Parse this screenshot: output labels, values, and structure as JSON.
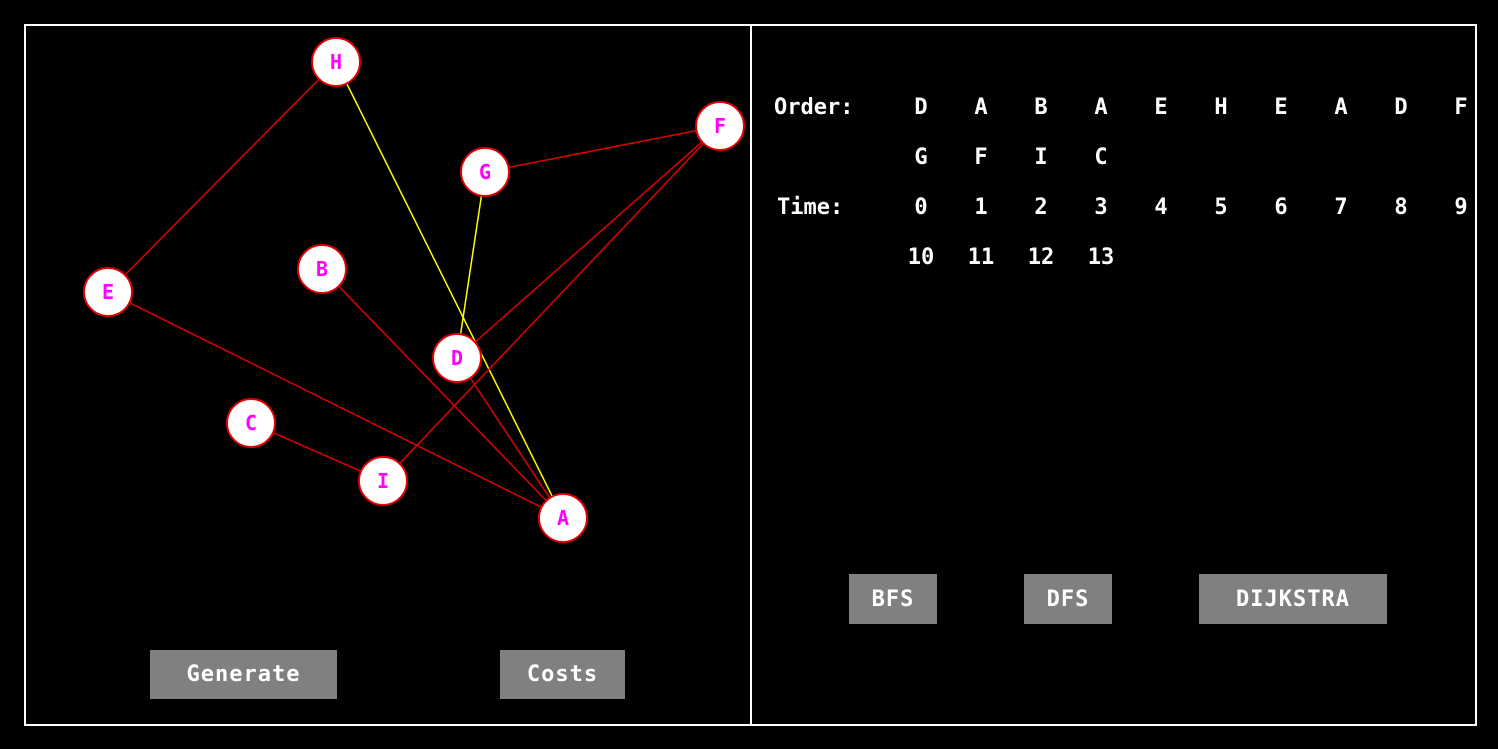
{
  "graph": {
    "nodes": [
      {
        "id": "H",
        "label": "H"
      },
      {
        "id": "F",
        "label": "F"
      },
      {
        "id": "G",
        "label": "G"
      },
      {
        "id": "B",
        "label": "B"
      },
      {
        "id": "E",
        "label": "E"
      },
      {
        "id": "D",
        "label": "D"
      },
      {
        "id": "C",
        "label": "C"
      },
      {
        "id": "I",
        "label": "I"
      },
      {
        "id": "A",
        "label": "A"
      }
    ],
    "edges": [
      {
        "from": "H",
        "to": "E",
        "color": "#e00000"
      },
      {
        "from": "H",
        "to": "A",
        "color": "#ffff00"
      },
      {
        "from": "G",
        "to": "F",
        "color": "#e00000"
      },
      {
        "from": "G",
        "to": "D",
        "color": "#ffff00"
      },
      {
        "from": "F",
        "to": "D",
        "color": "#e00000"
      },
      {
        "from": "F",
        "to": "I",
        "color": "#e00000"
      },
      {
        "from": "E",
        "to": "A",
        "color": "#e00000"
      },
      {
        "from": "B",
        "to": "A",
        "color": "#e00000"
      },
      {
        "from": "D",
        "to": "A",
        "color": "#e00000"
      },
      {
        "from": "C",
        "to": "I",
        "color": "#e00000"
      }
    ],
    "node_fill": "#ffffff",
    "node_stroke": "#e00000",
    "label_color": "#ff00ff"
  },
  "buttons": {
    "generate": "Generate",
    "costs": "Costs",
    "bfs": "BFS",
    "dfs": "DFS",
    "dijkstra": "DIJKSTRA"
  },
  "traversal": {
    "order_label": "Order:",
    "order": [
      "D",
      "A",
      "B",
      "A",
      "E",
      "H",
      "E",
      "A",
      "D",
      "F",
      "G",
      "F",
      "I",
      "C"
    ],
    "time_label": "Time:",
    "time": [
      "0",
      "1",
      "2",
      "3",
      "4",
      "5",
      "6",
      "7",
      "8",
      "9",
      "10",
      "11",
      "12",
      "13"
    ]
  }
}
